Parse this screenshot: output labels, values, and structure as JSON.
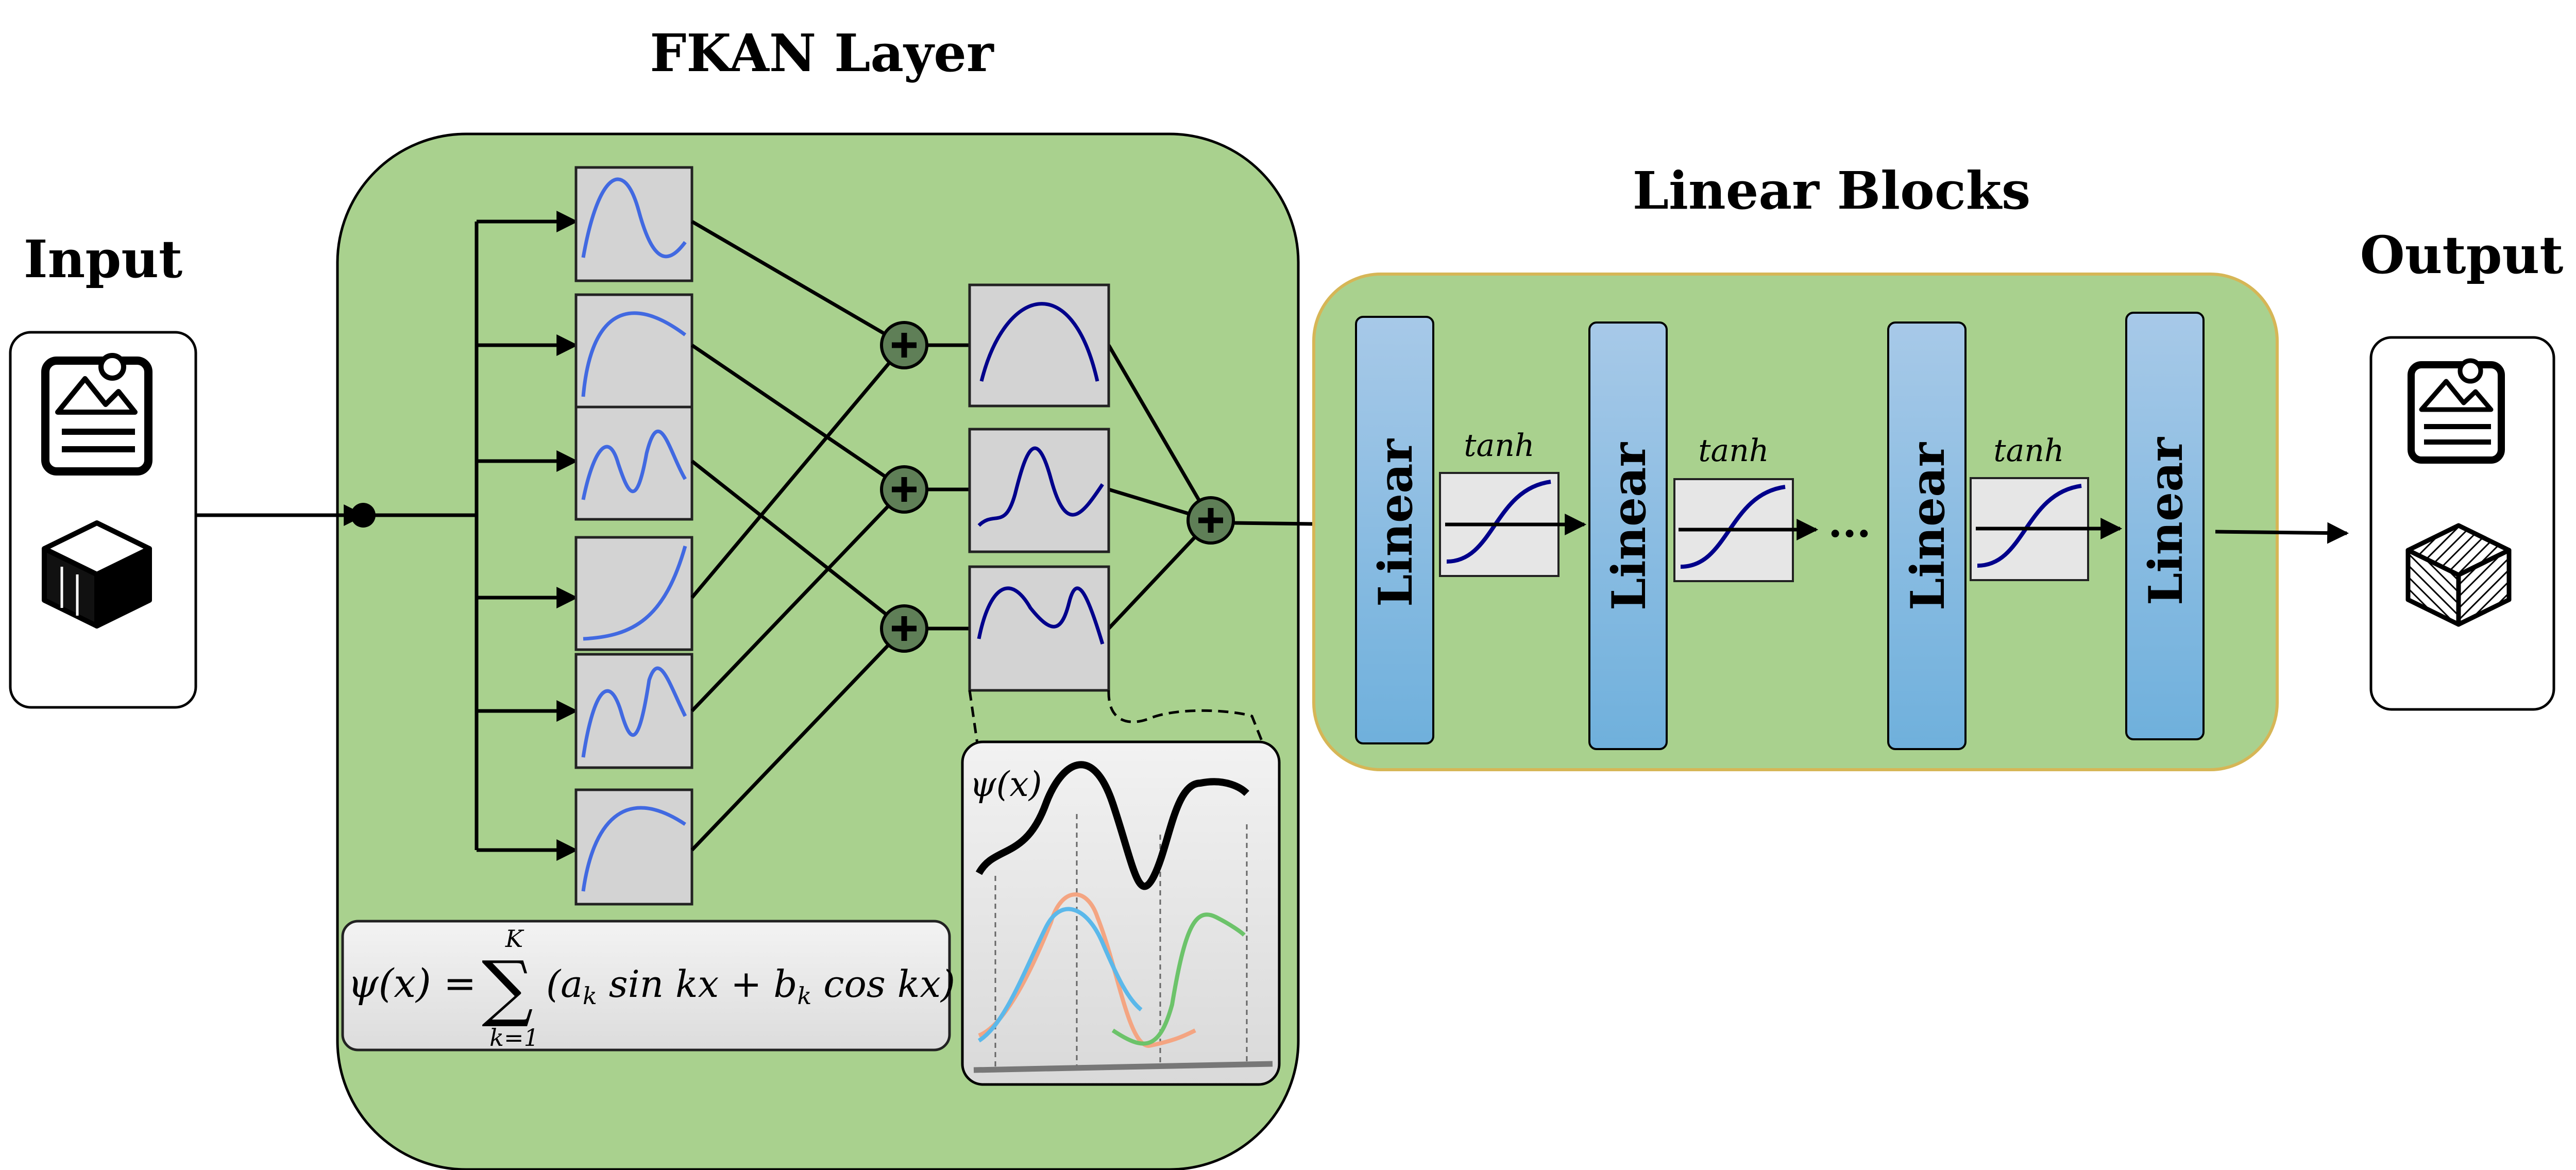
{
  "titles": {
    "fkan_layer": "FKAN Layer",
    "linear_blocks": "Linear Blocks",
    "input": "Input",
    "output": "Output"
  },
  "linear_block": {
    "label": "Linear",
    "activation": "tanh",
    "ellipsis": "..."
  },
  "formula": {
    "lhs": "ψ(x) = ",
    "sum_symbol": "∑",
    "upper_limit": "K",
    "lower_limit": "k=1",
    "body": "(a",
    "a_sub": "k",
    "sin_part": " sin kx + b",
    "b_sub": "k",
    "cos_part": " cos kx)"
  },
  "zoom_label": "ψ(x)",
  "colors": {
    "fkan_panel": "#a9d18e",
    "linear_panel": "#a9d18e",
    "linear_panel_border": "#d6b656",
    "linear_bar_top": "#a7c9e8",
    "linear_bar_bottom": "#6fb0dc",
    "function_box": "#d3d3d3",
    "fkan_curves": "#4169e1",
    "sum_curves": "#00008b",
    "plus_node": "#5f7f57",
    "fourier_orange": "#f4a582",
    "fourier_blue": "#5bb8ea",
    "fourier_green": "#6cc36a"
  },
  "icons": [
    "document-image-icon",
    "cube-icon"
  ]
}
